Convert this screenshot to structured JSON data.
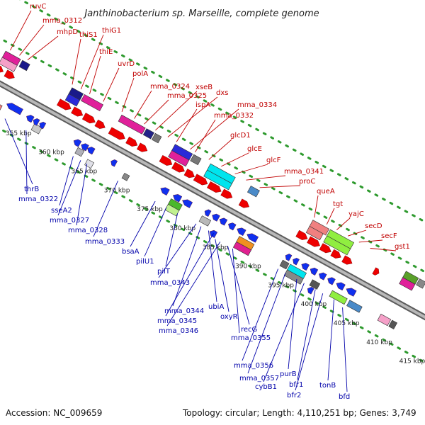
{
  "title": "Janthinobacterium sp. Marseille, complete genome",
  "footer": {
    "accession": "Accession: NC_009659",
    "summary": "Topology: circular; Length: 4,110,251 bp; Genes: 3,749"
  },
  "colors": {
    "forward_label": "#c00000",
    "reverse_label": "#0000aa",
    "backbone": "#8a8a8a",
    "dots": "#2e9a2e"
  },
  "tick_labels": [
    "355 kbp",
    "360 kbp",
    "365 kbp",
    "370 kbp",
    "375 kbp",
    "380 kbp",
    "385 kbp",
    "390 kbp",
    "395 kbp",
    "400 kbp",
    "405 kbp",
    "410 kbp",
    "415 kbp"
  ],
  "forward_genes": [
    "ruvC",
    "mma_0312",
    "mhpD",
    "thiS1",
    "thiG1",
    "thiE",
    "uvrD",
    "polA",
    "mma_0324",
    "mma_0325",
    "xseB",
    "dxs",
    "ispA",
    "mma_0334",
    "mma_0332",
    "glcD1",
    "glcE",
    "glcF",
    "mma_0341",
    "proC",
    "queA",
    "tgt",
    "yajC",
    "secD",
    "secF",
    "gst1"
  ],
  "reverse_genes": [
    "thrB",
    "mma_0322",
    "sseA2",
    "mma_0327",
    "mma_0328",
    "mma_0333",
    "bsaA",
    "pilU1",
    "pilT",
    "mma_0343",
    "mma_0344",
    "ubiA",
    "mma_0345",
    "oxyR",
    "mma_0346",
    "recG",
    "mma_0355",
    "mma_0356",
    "mma_0357",
    "purB",
    "cybB1",
    "bfr1",
    "bfr2",
    "tonB",
    "bfd"
  ]
}
